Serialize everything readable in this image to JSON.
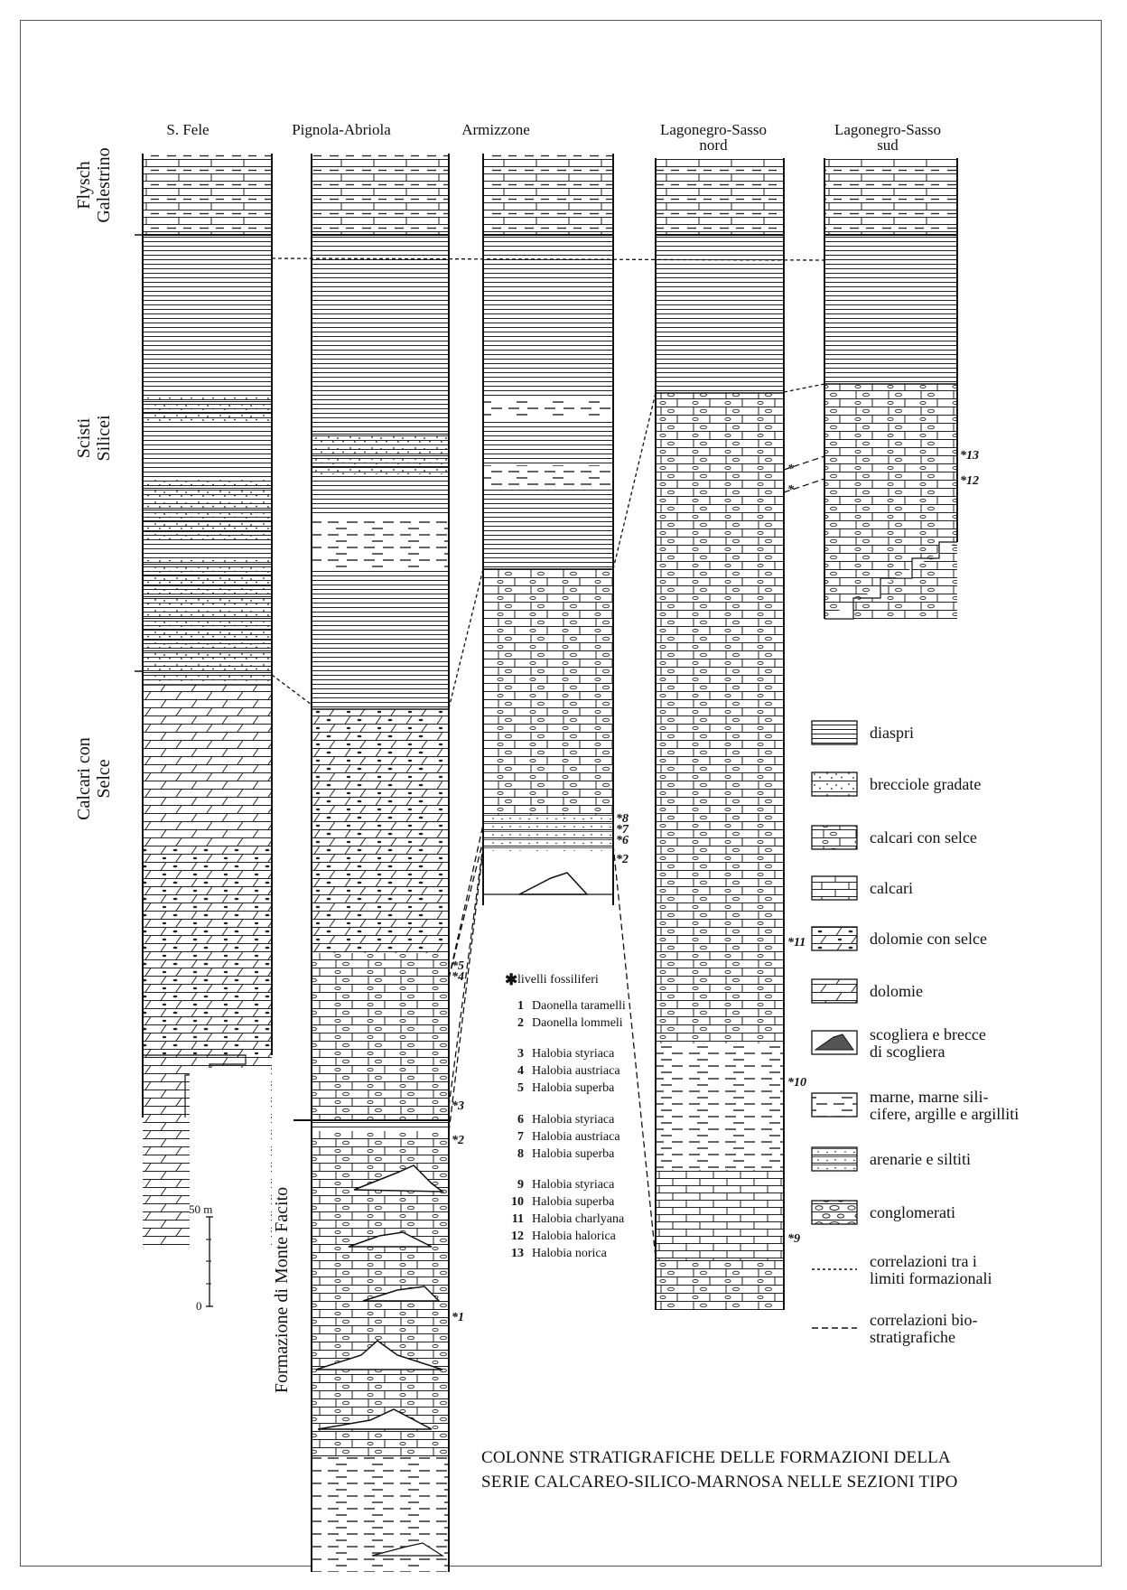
{
  "columns": [
    {
      "line1": "S. Fele",
      "line2": ""
    },
    {
      "line1": "Pignola-Abriola",
      "line2": ""
    },
    {
      "line1": "Armizzone",
      "line2": ""
    },
    {
      "line1": "Lagonegro-Sasso",
      "line2": "nord"
    },
    {
      "line1": "Lagonegro-Sasso",
      "line2": "sud"
    }
  ],
  "formations": [
    {
      "line1": "Flysch",
      "line2": "Galestrino"
    },
    {
      "line1": "Scisti",
      "line2": "Silicei"
    },
    {
      "line1": "Calcari con",
      "line2": "Selce"
    },
    {
      "line1": "Formazione di Monte Facito",
      "line2": ""
    }
  ],
  "scale": {
    "label": "50 m",
    "zero": "0"
  },
  "legend": [
    {
      "pattern": "diaspri",
      "line1": "diaspri",
      "line2": ""
    },
    {
      "pattern": "brecciole",
      "line1": "brecciole gradate",
      "line2": ""
    },
    {
      "pattern": "calcari-selce",
      "line1": "calcari con selce",
      "line2": ""
    },
    {
      "pattern": "calcari",
      "line1": "calcari",
      "line2": ""
    },
    {
      "pattern": "dolomie-selce",
      "line1": "dolomie con selce",
      "line2": ""
    },
    {
      "pattern": "dolomie",
      "line1": "dolomie",
      "line2": ""
    },
    {
      "pattern": "scogliera",
      "line1": "scogliera e brecce",
      "line2": "di scogliera"
    },
    {
      "pattern": "marne",
      "line1": "marne, marne sili-",
      "line2": "cifere, argille e argilliti"
    },
    {
      "pattern": "arenarie",
      "line1": "arenarie e siltiti",
      "line2": ""
    },
    {
      "pattern": "conglomerati",
      "line1": "conglomerati",
      "line2": ""
    },
    {
      "pattern": "corr-form",
      "line1": "correlazioni tra i",
      "line2": "limiti formazionali"
    },
    {
      "pattern": "corr-bio",
      "line1": "correlazioni bio-",
      "line2": "stratigrafiche"
    }
  ],
  "fossil_header": "livelli fossiliferi",
  "fossils": [
    {
      "num": "1",
      "name": "Daonella taramelli"
    },
    {
      "num": "2",
      "name": "Daonella lommeli"
    },
    {
      "num": "3",
      "name": "Halobia styriaca"
    },
    {
      "num": "4",
      "name": "Halobia austriaca"
    },
    {
      "num": "5",
      "name": "Halobia superba"
    },
    {
      "num": "6",
      "name": "Halobia styriaca"
    },
    {
      "num": "7",
      "name": "Halobia austriaca"
    },
    {
      "num": "8",
      "name": "Halobia superba"
    },
    {
      "num": "9",
      "name": "Halobia styriaca"
    },
    {
      "num": "10",
      "name": "Halobia superba"
    },
    {
      "num": "11",
      "name": "Halobia charlyana"
    },
    {
      "num": "12",
      "name": "Halobia halorica"
    },
    {
      "num": "13",
      "name": "Halobia norica"
    }
  ],
  "markers": [
    "*1",
    "*2",
    "*3",
    "*4",
    "*5",
    "*6",
    "*7",
    "*8",
    "*2",
    "*9",
    "*10",
    "*11",
    "*",
    "*",
    "*12",
    "*13"
  ],
  "title": {
    "line1": "COLONNE STRATIGRAFICHE DELLE FORMAZIONI DELLA",
    "line2": "SERIE CALCAREO-SILICO-MARNOSA NELLE SEZIONI TIPO"
  }
}
